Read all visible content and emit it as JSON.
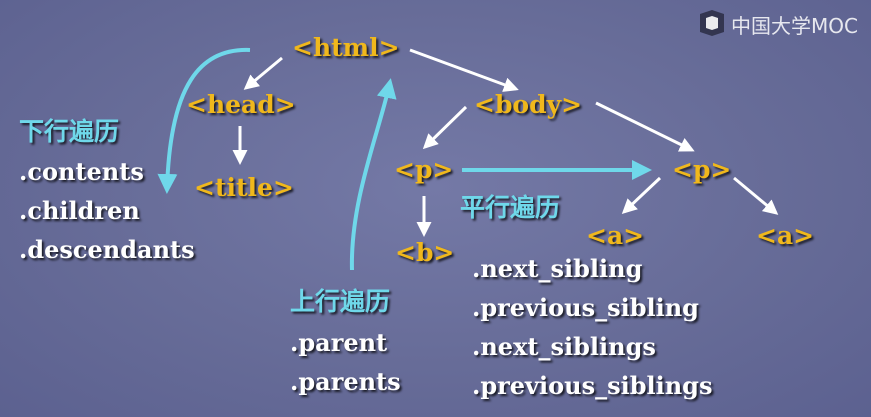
{
  "watermark": {
    "text": "中国大学MOC"
  },
  "nodes": {
    "html": "<html>",
    "head": "<head>",
    "title": "<title>",
    "body": "<body>",
    "p1": "<p>",
    "p2": "<p>",
    "b": "<b>",
    "a1": "<a>",
    "a2": "<a>"
  },
  "down": {
    "title": "下行遍历",
    "attrs": [
      ".contents",
      ".children",
      ".descendants"
    ]
  },
  "up": {
    "title": "上行遍历",
    "attrs": [
      ".parent",
      ".parents"
    ]
  },
  "sibling": {
    "title": "平行遍历",
    "attrs": [
      ".next_sibling",
      ".previous_sibling",
      ".next_siblings",
      ".previous_siblings"
    ]
  },
  "colors": {
    "node": "#f0b81c",
    "traversal_arrow": "#6fd8ea",
    "text": "#ffffff",
    "background": "#676c98"
  }
}
